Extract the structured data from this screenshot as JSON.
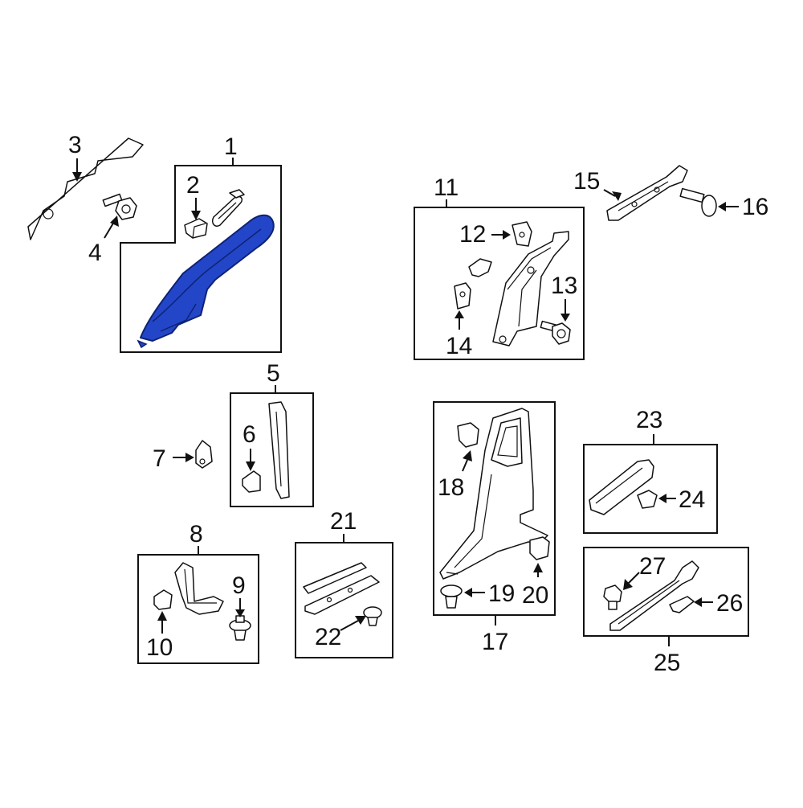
{
  "colors": {
    "highlight": "#2346c8",
    "highlight_dark": "#0f2275",
    "line": "#111111",
    "background": "#ffffff"
  },
  "callouts": {
    "c1": "1",
    "c2": "2",
    "c3": "3",
    "c4": "4",
    "c5": "5",
    "c6": "6",
    "c7": "7",
    "c8": "8",
    "c9": "9",
    "c10": "10",
    "c11": "11",
    "c12": "12",
    "c13": "13",
    "c14": "14",
    "c15": "15",
    "c16": "16",
    "c17": "17",
    "c18": "18",
    "c19": "19",
    "c20": "20",
    "c21": "21",
    "c22": "22",
    "c23": "23",
    "c24": "24",
    "c25": "25",
    "c26": "26",
    "c27": "27"
  }
}
